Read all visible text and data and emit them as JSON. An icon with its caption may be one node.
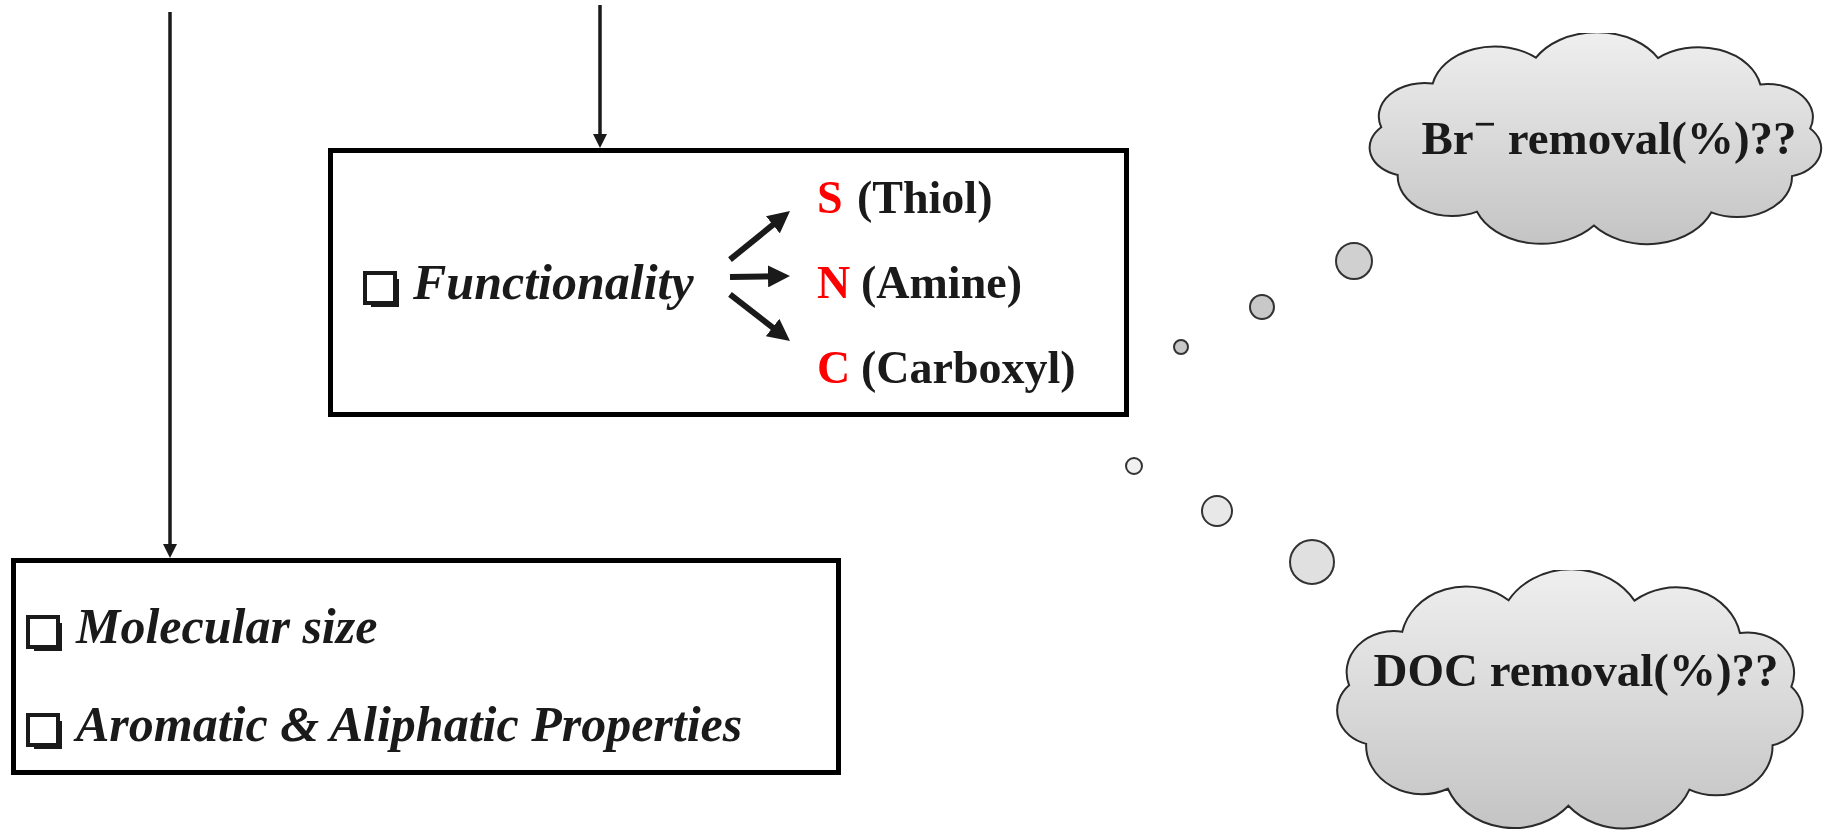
{
  "diagram": {
    "nodes": [
      {
        "text": [],
        "shape": "box"
      },
      {
        "text": [
          "Functionality"
        ],
        "in": 0
      },
      {
        "text": [
          "S",
          "(Thiol)"
        ],
        "in": 0
      },
      {
        "text": [
          "N",
          "(Amine)"
        ],
        "in": 0
      },
      {
        "text": [
          "C",
          "(Carboxyl)"
        ],
        "in": 0
      },
      {
        "text": [
          "Molecular size",
          "Aromatic & Aliphatic Properties"
        ]
      },
      {
        "text": [
          "Br$^{−}$ removal(%)??"
        ]
      },
      {
        "text": [
          "DOC removal(%)??"
        ]
      }
    ],
    "edges": [
      {
        "from": null,
        "to": 5,
        "arrow": "to"
      },
      {
        "from": null,
        "to": 0,
        "arrow": "to"
      },
      {
        "from": 1,
        "to": 2,
        "arrow": "to"
      },
      {
        "from": 1,
        "to": 3,
        "arrow": "to"
      },
      {
        "from": 1,
        "to": 4,
        "arrow": "to"
      }
    ]
  }
}
